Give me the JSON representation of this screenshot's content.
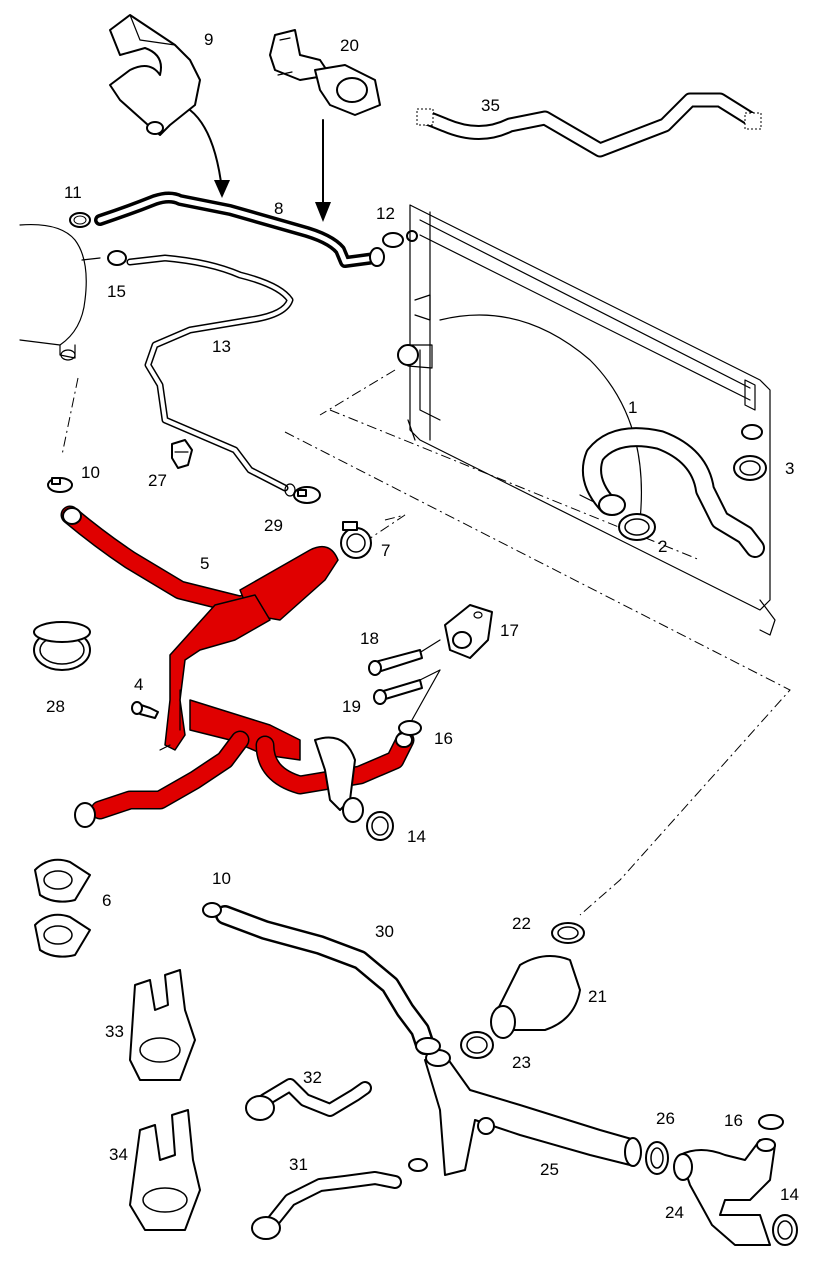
{
  "colors": {
    "highlight": "#e00000",
    "line": "#000000",
    "background": "#ffffff"
  },
  "labels": {
    "p1": "1",
    "p2": "2",
    "p3": "3",
    "p4": "4",
    "p5": "5",
    "p6": "6",
    "p7": "7",
    "p8": "8",
    "p9": "9",
    "p10a": "10",
    "p10b": "10",
    "p11": "11",
    "p12": "12",
    "p13": "13",
    "p14a": "14",
    "p14b": "14",
    "p15": "15",
    "p16a": "16",
    "p16b": "16",
    "p17": "17",
    "p18": "18",
    "p19": "19",
    "p20": "20",
    "p21": "21",
    "p22": "22",
    "p23": "23",
    "p24": "24",
    "p25": "25",
    "p26": "26",
    "p27": "27",
    "p28": "28",
    "p29": "29",
    "p30": "30",
    "p31": "31",
    "p32": "32",
    "p33": "33",
    "p34": "34",
    "p35": "35"
  }
}
